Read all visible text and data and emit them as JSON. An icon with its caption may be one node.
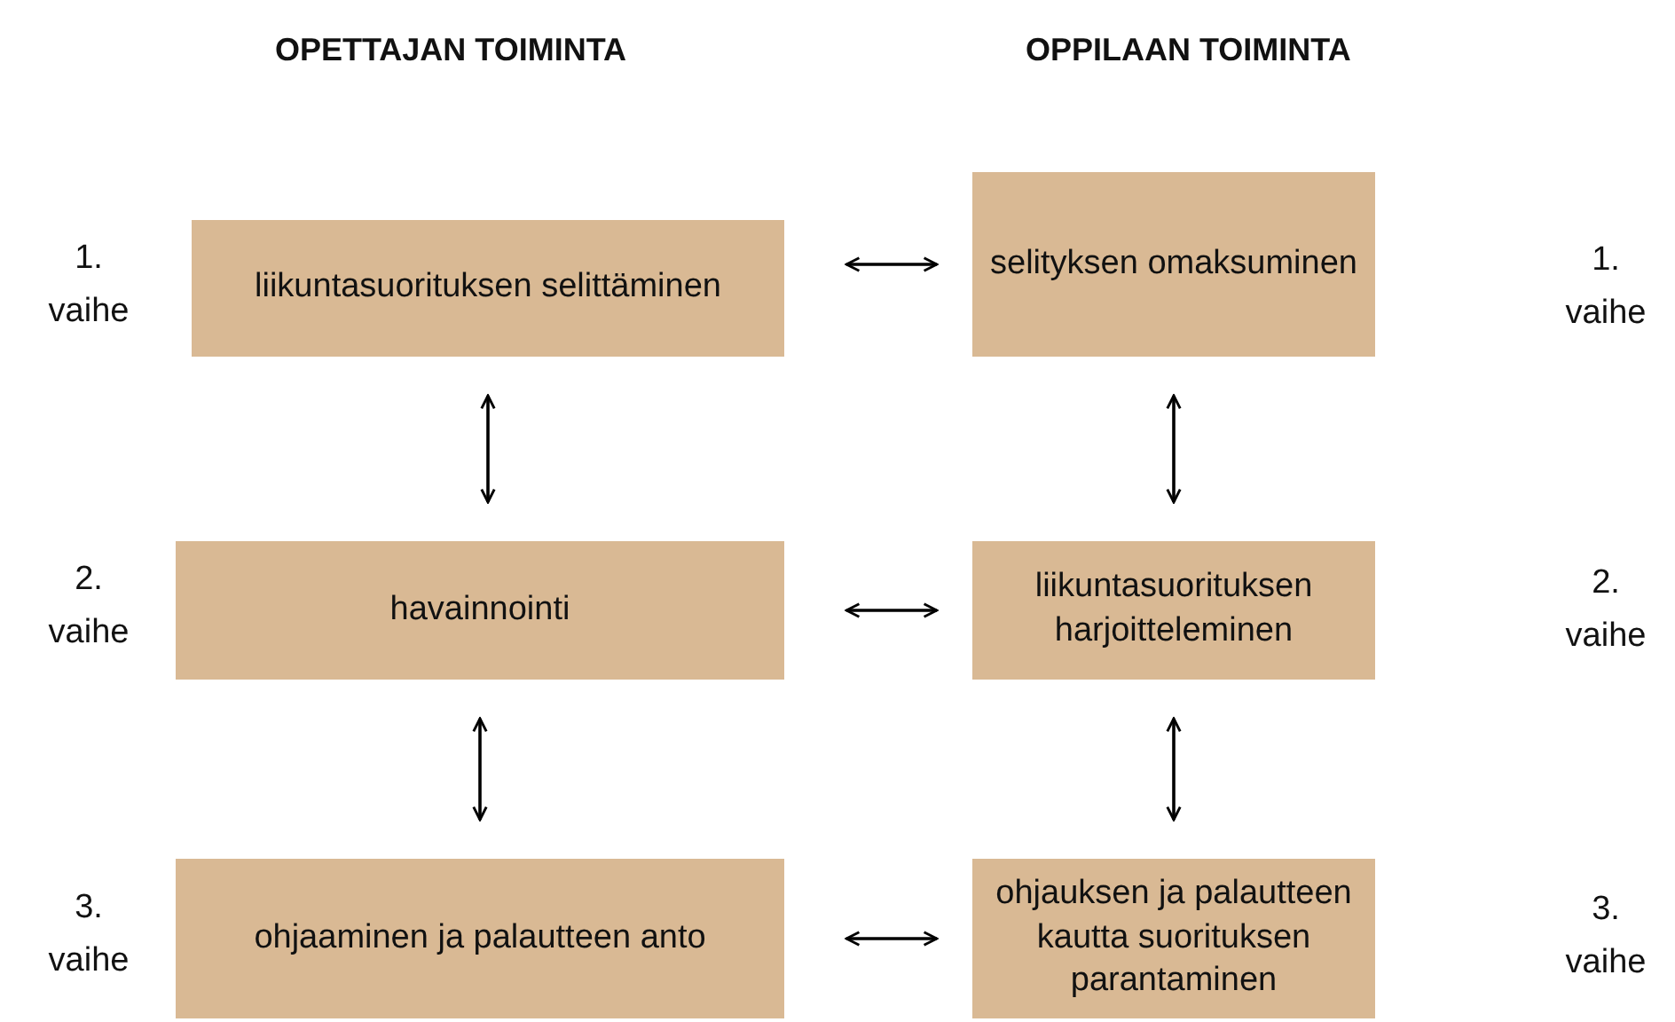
{
  "diagram": {
    "nodes": [
      {
        "text": [
          "liikuntasuorituksen selittäminen"
        ],
        "beside": [
          "1. vaihe"
        ]
      },
      {
        "text": [
          "selityksen omaksuminen"
        ]
      },
      {
        "text": [
          "havainnointi"
        ],
        "beside": [
          "2. vaihe"
        ]
      },
      {
        "text": [
          "liikuntasuorituksen harjoitteleminen"
        ]
      },
      {
        "text": [
          "ohjaaminen ja palautteen anto"
        ],
        "beside": [
          "3. vaihe"
        ]
      },
      {
        "text": [
          "ohjauksen ja palautteen kautta suorituksen parantaminen"
        ]
      }
    ],
    "edges": [
      {
        "from": 0,
        "to": 1,
        "arrow": "both"
      },
      {
        "from": 0,
        "to": 2,
        "arrow": "both"
      },
      {
        "from": 1,
        "to": 3,
        "arrow": "both"
      },
      {
        "from": 2,
        "to": 3,
        "arrow": "both"
      },
      {
        "from": 2,
        "to": 4,
        "arrow": "both"
      },
      {
        "from": 3,
        "to": 5,
        "arrow": "both"
      },
      {
        "from": 4,
        "to": 5,
        "arrow": "both"
      }
    ],
    "labels": [
      "OPETTAJAN TOIMINTA",
      "OPPILAAN TOIMINTA",
      "1. vaihe",
      "2. vaihe",
      "3. vaihe"
    ]
  }
}
